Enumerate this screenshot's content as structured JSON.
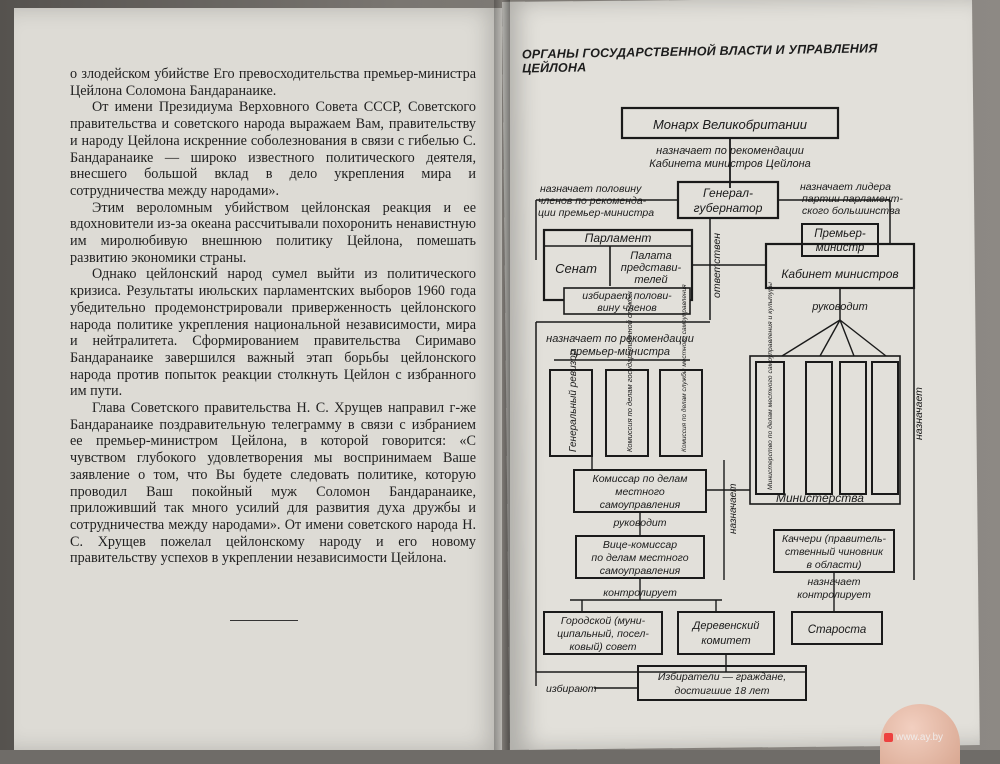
{
  "left_page": {
    "paragraphs": [
      "о злодейском убийстве Его превосходительства премьер-министра Цейлона Соломона Бандаранаике.",
      "От имени Президиума Верховного Совета СССР, Советского правительства и советского народа выражаем Вам, правительству и народу Цейлона искренние соболезнования в связи с гибелью С. Бандаранаике — широко известного политического деятеля, внесшего большой вклад в дело укрепления мира и сотрудничества между народами».",
      "Этим вероломным убийством цейлонская реакция и ее вдохновители из-за океана рассчитывали похоронить ненавистную им миролюбивую внешнюю политику Цейлона, помешать развитию экономики страны.",
      "Однако цейлонский народ сумел выйти из политического кризиса. Результаты июльских парламентских выборов 1960 года убедительно продемонстрировали приверженность цейлонского народа политике укрепления национальной независимости, мира и нейтралитета. Сформированием правительства Сиримаво Бандаранаике завершился важный этап борьбы цейлонского народа против попыток реакции столкнуть Цейлон с избранного им пути.",
      "Глава Советского правительства Н. С. Хрущев направил г-же Бандаранаике поздравительную телеграмму в связи с избранием ее премьер-министром Цейлона, в которой говорится: «С чувством глубокого удовлетворения мы воспринимаем Ваше заявление о том, что Вы будете следовать политике, которую проводил Ваш покойный муж Соломон Бандаранаике, приложивший так много усилий для развития духа дружбы и сотрудничества между народами». От имени советского народа Н. С. Хрущев пожелал цейлонскому народу и его новому правительству успехов в укреплении независимости Цейлона."
    ]
  },
  "right_page": {
    "title": "ОРГАНЫ ГОСУДАРСТВЕННОЙ ВЛАСТИ И УПРАВЛЕНИЯ ЦЕЙЛОНА",
    "diagram": {
      "monarch": "Монарх Великобритании",
      "appoints_rec_cabinet_1": "назначает по рекомендации",
      "appoints_rec_cabinet_2": "Кабинета министров Цейлона",
      "appoints_half_1": "назначает половину",
      "appoints_half_2": "членов по рекоменда-",
      "appoints_half_3": "ции премьер-министра",
      "governor_1": "Генерал-",
      "governor_2": "губернатор",
      "appoints_leader_1": "назначает лидера",
      "appoints_leader_2": "партии парламент-",
      "appoints_leader_3": "ского большинства",
      "parliament": "Парламент",
      "senate": "Сенат",
      "house_1": "Палата",
      "house_2": "представи-",
      "house_3": "телей",
      "elects_half_1": "избирает полови-",
      "elects_half_2": "вину членов",
      "responsible": "ответствен",
      "pm_1": "Премьер-",
      "pm_2": "министр",
      "cabinet": "Кабинет министров",
      "directs_1": "руководит",
      "appoints_rec_pm_1": "назначает по рекомендации",
      "appoints_rec_pm_2": "премьер-министра",
      "auditor": "Генеральный ревизор",
      "commission_civil": "Комиссия по делам государственной службы",
      "commission_local": "Комиссия по делам службы местного самоуправления",
      "ministry_local": "Министерство по делам местного самоуправления и культуры",
      "ministries": "Министерства",
      "appoints_right": "назначает",
      "commissioner_1": "Комиссар по делам",
      "commissioner_2": "местного",
      "commissioner_3": "самоуправления",
      "appoints_mid": "назначает",
      "directs_2": "руководит",
      "vice_1": "Вице-комиссар",
      "vice_2": "по делам местного",
      "vice_3": "самоуправления",
      "kachcheri_1": "Каччери (правитель-",
      "kachcheri_2": "ственный чиновник",
      "kachcheri_3": "в области)",
      "controls_1": "контролирует",
      "appoints_controls_1": "назначает",
      "appoints_controls_2": "контролирует",
      "city_council_1": "Городской (муни-",
      "city_council_2": "ципальный, посел-",
      "city_council_3": "ковый) совет",
      "village_1": "Деревенский",
      "village_2": "комитет",
      "headman": "Староста",
      "elect": "избирают",
      "voters_1": "Избиратели — граждане,",
      "voters_2": "достигшие 18 лет"
    }
  },
  "watermark": "www.ay.by"
}
